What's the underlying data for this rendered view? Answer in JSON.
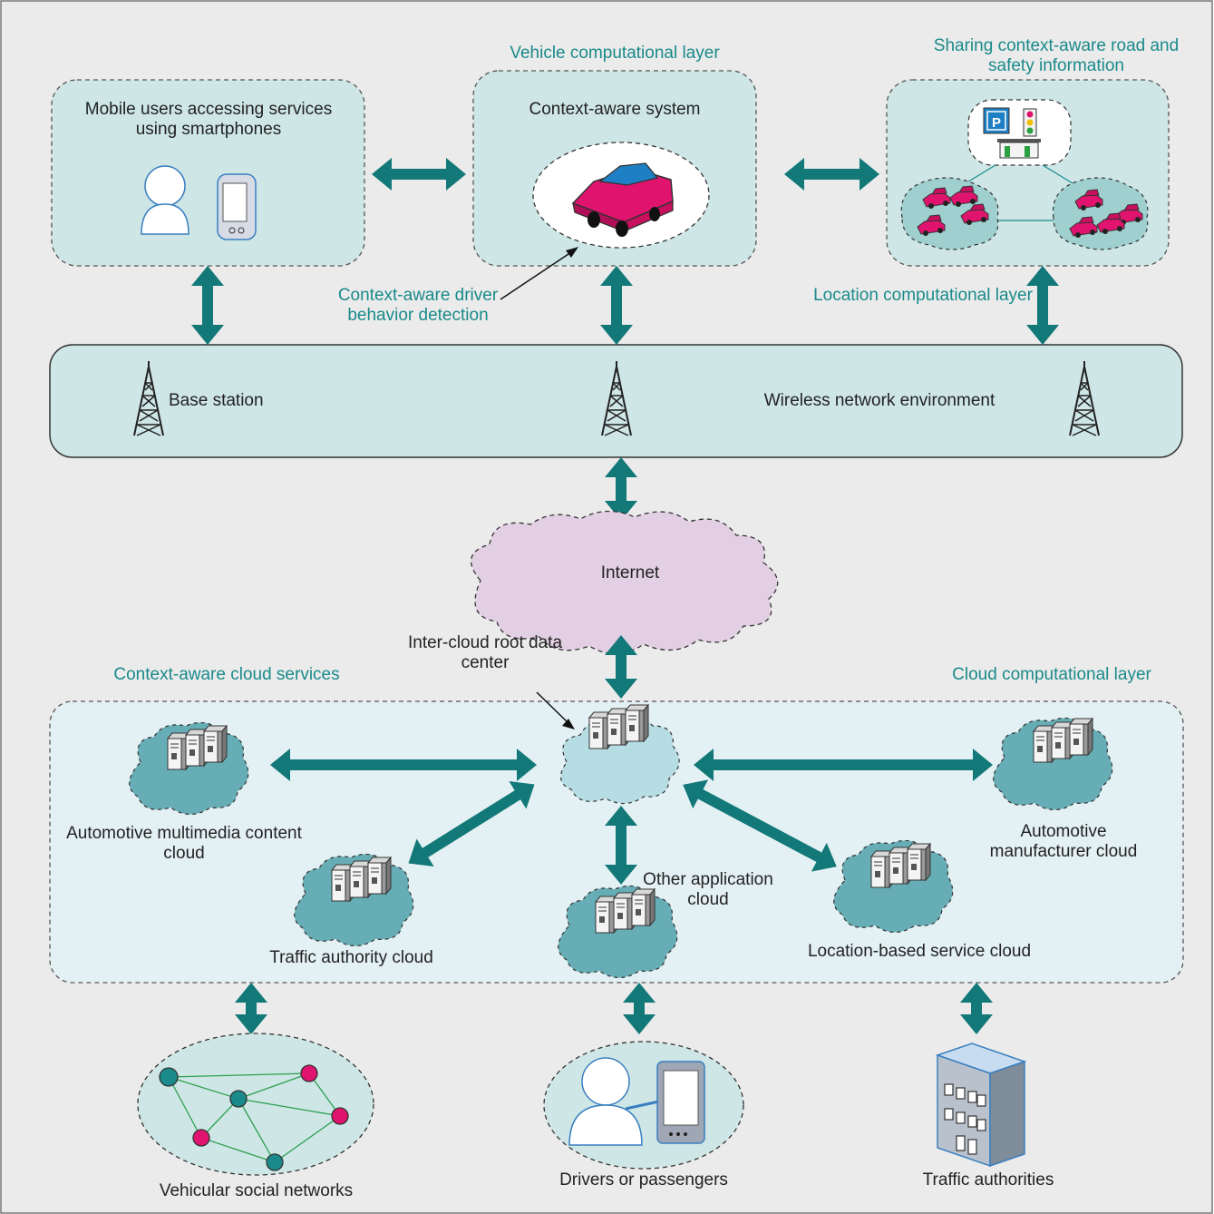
{
  "colors": {
    "background": "#ebebeb",
    "panel": "#cfe6e6",
    "accent": "#1a8a8a",
    "arrow": "#127878",
    "internet": "#e3cfe3",
    "car": "#e0146e",
    "cloud_fill": "#67adb5"
  },
  "layers": {
    "vehicle": "Vehicle computational layer",
    "sharing": "Sharing context-aware road and safety information",
    "location": "Location computational layer",
    "cloud_services": "Context-aware cloud services",
    "cloud_layer": "Cloud computational layer"
  },
  "boxes": {
    "mobile_users": "Mobile users accessing services using smartphones",
    "context_system": "Context-aware system",
    "driver_behavior": "Context-aware driver behavior detection"
  },
  "network": {
    "base_station": "Base station",
    "wireless": "Wireless network environment"
  },
  "internet": "Internet",
  "inter_cloud": "Inter-cloud root data center",
  "clouds": {
    "multimedia": "Automotive multimedia content cloud",
    "traffic_authority": "Traffic authority cloud",
    "other_app": "Other application cloud",
    "location_service": "Location-based service cloud",
    "manufacturer": "Automotive manufacturer cloud"
  },
  "bottom": {
    "social": "Vehicular social networks",
    "drivers": "Drivers or passengers",
    "authorities": "Traffic authorities"
  }
}
